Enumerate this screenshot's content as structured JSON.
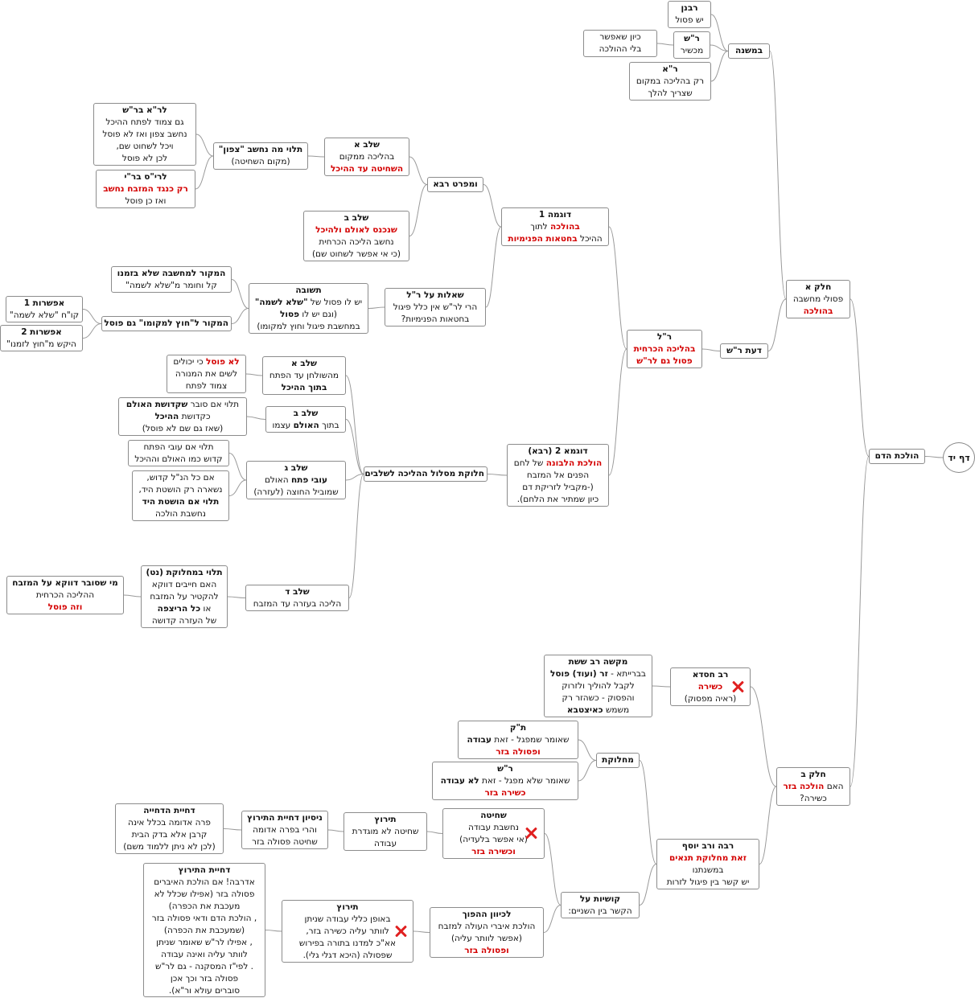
{
  "nodes": {
    "root": [
      "דף יד"
    ],
    "hol": [
      "הולכת הדם"
    ],
    "a": [
      "חלק א",
      "פסולי מחשבה",
      "<span class='red'>בהולכה</span>"
    ],
    "mish": [
      "במשנה"
    ],
    "rab": [
      "רבנן",
      "יש פסול"
    ],
    "rsh1": [
      "ר\"ש",
      "מכשיר"
    ],
    "kivan": [
      "כיון שאפשר",
      "בלי ההולכה"
    ],
    "ra": [
      "ר\"א",
      "רק בהליכה במקום",
      "שצריך להלך"
    ],
    "daat": [
      "דעת ר\"ש"
    ],
    "rl": [
      "ר\"ל",
      "<span class='red'>בהליכה הכרחית</span>",
      "<span class='red'>פסול גם לר\"ש</span>"
    ],
    "d1": [
      "דוגמה 1",
      "<span class='red'>בהולכה</span>  לתוך",
      "ההיכל <span class='red'>בחטאות הפנימיות</span>"
    ],
    "umep": [
      "ומפרט רבא"
    ],
    "sa": [
      "שלב א",
      "בהליכה ממקום",
      "<span class='red'>השחיטה עד ההיכל</span>"
    ],
    "tal": [
      "תלוי מה נחשב \"צפון\"",
      "(מקום השחיטה)"
    ],
    "lra": [
      "לר\"א בר\"ש",
      "גם צמוד לפתח ההיכל",
      "נחשב צפון ואז לא פוסל",
      "ויכל לשחוט שם,",
      "לכן לא פוסל"
    ],
    "lrs": [
      "לרי\"ס בר\"י",
      "<span class='red'>רק כנגד המזבח נחשב</span>",
      "ואז כן פוסל"
    ],
    "sb": [
      "שלב  ב",
      "<span class='red'>שנכנס לאולם ולהיכל</span>",
      "נחשב הליכה הכרחית",
      "(כי אי אפשר  לשחוט שם)"
    ],
    "shel": [
      "שאלות על ר\"ל",
      "הרי לר\"ש אין כלל פיגול",
      "בחטאות הפנימיות?"
    ],
    "tesh": [
      "תשובה",
      "יש לו פסול של <span class='b'>\"שלא לשמה\"</span>",
      "(וגם יש לו <span class='b'>פסול</span>",
      "במחשבת פיגול וחוץ למקומו)"
    ],
    "mak1": [
      "המקור למחשבה שלא בזמנו",
      "קל וחומר מ\"שלא לשמה\""
    ],
    "mak2": [
      "המקור ל\"חוץ למקומו\" גם פוסל"
    ],
    "ef1": [
      "אפשרות 1",
      "קו\"ח \"שלא לשמה\""
    ],
    "ef2": [
      "אפשרות 2",
      "היקש מ\"חוץ לזמנו\""
    ],
    "d2": [
      "דוגמא 2 (רבא)",
      "<span class='red'>הולכת הלבונה</span>  של לחם",
      "הפנים אל המזבח",
      "(-מקביל לזריקת דם",
      "כיון שמתיר את הלחם)."
    ],
    "hal": [
      "חלוקת מסלול ההליכה לשלבים"
    ],
    "s2a": [
      "שלב א",
      "מהשולחן עד הפתח",
      "<span class='b'>בתוך ההיכל</span>"
    ],
    "lop": [
      "<span class='red'>לא פוסל</span> כי יכולים",
      "לשים את המנורה",
      "צמוד לפתח"
    ],
    "s2b": [
      "שלב ב",
      "בתוך <span class='b'>האולם</span>  עצמו"
    ],
    "tlu": [
      "תלוי אם סובר <span class='b'>שקדושת  האולם</span>",
      "כקדושת <span class='b'>ההיכל</span>",
      "(שאז גם שם לא פוסל)"
    ],
    "s2g": [
      "שלב ג",
      "<span class='b'>עובי פתח</span> האולם",
      "שמוביל החוצה (לעזרה)"
    ],
    "tlu2": [
      "תלוי אם עובי הפתח",
      "קדוש כמו האולם וההיכל"
    ],
    "im": [
      "אם כל הנ\"ל קדוש,",
      "נשארה רק הושטת היד,",
      "<span class='b'>תלוי אם הושטת היד</span>",
      "נחשבת הולכה"
    ],
    "s2d": [
      "שלב ד",
      "הליכה בעזרה עד המזבח"
    ],
    "tmc": [
      "תלוי במחלוקת (נט)",
      "האם חייבים דווקא",
      "להקטיר על המזבח",
      "או <span class='b'>כל הריצפה</span>",
      "של העזרה קדושה"
    ],
    "mi": [
      "מי שסובר דווקא על המזבח",
      "ההליכה הכרחית",
      "<span class='red'>וזה פוסל</span>"
    ],
    "b": [
      "חלק ב",
      "האם <span class='red'>הולכה בזר</span>",
      "כשירה?"
    ],
    "rh": [
      "רב חסדא",
      "<span class='red'>כשירה</span>",
      "(ראיה מפסוק)"
    ],
    "mak": [
      "מקשה רב ששת",
      "בברייתא - <span class='b'>זר (ועוד) פוסל</span>",
      "לקבל להוליך ולזרוק",
      "והפסוק - כשהזר רק",
      "משמש <span class='b'>כאיצטבא</span>"
    ],
    "mach": [
      "מחלוקת"
    ],
    "tk": [
      "ת\"ק",
      "שאומר שמפגל - זאת <span class='b'>עבודה</span>",
      "<span class='red'>ופסולה בזר</span>"
    ],
    "rsh2": [
      "ר\"ש",
      "שאומר שלא מפגל - זאת <span class='b'>לא עבודה</span>",
      "<span class='red'>כשירה בזר</span>"
    ],
    "rabba": [
      "רבה ורב יוסף",
      "<span class='red'>זאת מחלוקת תנאים</span>",
      "במשנתנו",
      "יש קשר בין פיגול לזרות"
    ],
    "kush": [
      "קושיות על",
      "הקשר בין השניים:"
    ],
    "sh": [
      "שחיטה",
      "נחשבת עבודה",
      "(אי אפשר בלעדיה)",
      "<span class='red'>וכשירה בזר</span>"
    ],
    "tir1": [
      "תירוץ",
      "שחיטה לא מוגדרת",
      "עבודה"
    ],
    "nis": [
      "ניסיון דחיית התירוץ",
      "והרי בפרה אדומה",
      "שחיטה פסולה בזר"
    ],
    "dd": [
      "דחיית הדחייה",
      "פרה אדומה בכלל אינה",
      "קרבן אלא בדק הבית",
      "(לכן לא ניתן ללמוד משם)"
    ],
    "lk": [
      "לכיוון ההפוך",
      "הולכת איברי העולה למזבח",
      "(אפשר לוותר עליה)",
      "<span class='red'>ופסולה בזר</span>"
    ],
    "tir2": [
      "תירוץ",
      "באופן כללי עבודה שניתן",
      "לוותר עליה כשירה בזר,",
      "אא\"כ למדנו בתורה בפירוש",
      "שפסולה (היכא דגלי גלי)."
    ],
    "dt": [
      "דחיית התירוץ",
      "אדרבה! אם הולכת האיברים",
      "פסולה בזר (אפילו שכלל לא",
      "מעכבת את הכפרה)",
      ", הולכת הדם ודאי פסולה בזר",
      "(שמעכבת את הכפרה)",
      ", אפילו לר\"ש שאומר שניתן",
      "לוותר עליה ואינה עבודה",
      ". לפי\"ז המסקנה - גם לר\"ש",
      "פסולה בזר וכך אכן",
      "סוברים עולא ור\"א)."
    ]
  }
}
